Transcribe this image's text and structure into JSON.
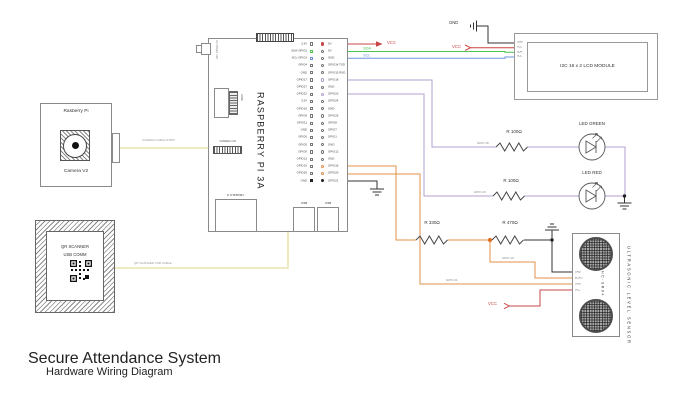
{
  "title": {
    "main": "Secure Attendance System",
    "sub": "Hardware Wiring Diagram"
  },
  "camera": {
    "heading": "Rasberry Pi",
    "caption": "Camera V2",
    "cable_label": "CAMERA CABLE STRIP"
  },
  "qr_scanner": {
    "line1": "QR SCANNER",
    "line2": "USB COMM",
    "cable_label": "QR SCANNER USB CABLE"
  },
  "pi": {
    "name": "RASPBERRY PI 3A",
    "ethernet_label": "ETHERNET",
    "usb1_label": "USB",
    "usb2_label": "USB",
    "csi_label": "CAMERA CSI",
    "hdmi_label": "HDMI",
    "power_label": "DC POWER USB",
    "gpio": {
      "left": [
        "3.3V",
        "SDA-GPIO2",
        "SCL-GPIO3",
        "GPIO4",
        "GND",
        "GPIO17",
        "GPIO27",
        "GPIO22",
        "3.3V",
        "GPIO10",
        "GPIO9",
        "GPIO11",
        "GND",
        "GPIO0",
        "GPIO5",
        "GPIO6",
        "GPIO13",
        "GPIO19",
        "GPIO26",
        "GND"
      ],
      "right": [
        "5V",
        "5V",
        "GND",
        "GPIO14 TXD",
        "GPIO15 RXD",
        "GPIO18",
        "GND",
        "GPIO23",
        "GPIO24",
        "GND",
        "GPIO25",
        "GPIO8",
        "GPIO7",
        "GPIO1",
        "GND",
        "GPIO12",
        "GND",
        "GPIO16",
        "GPIO20",
        "GPIO21"
      ],
      "highlights": [
        {
          "side": "right",
          "row": 1,
          "color": "#c94444",
          "filled": true
        },
        {
          "side": "left",
          "row": 2,
          "color": "#4bc44b",
          "filled": false
        },
        {
          "side": "left",
          "row": 3,
          "color": "#6b93dd",
          "filled": false
        },
        {
          "side": "right",
          "row": 6,
          "color": "#b3a0d0",
          "filled": false
        },
        {
          "side": "right",
          "row": 8,
          "color": "#b3a0d0",
          "filled": false
        },
        {
          "side": "right",
          "row": 18,
          "color": "#e09048",
          "filled": false
        },
        {
          "side": "right",
          "row": 19,
          "color": "#e09048",
          "filled": false
        },
        {
          "side": "right",
          "row": 20,
          "color": "#222222",
          "filled": true
        },
        {
          "side": "left",
          "row": 20,
          "color": "#222222",
          "filled": true
        }
      ]
    }
  },
  "lcd": {
    "label": "I2C 16 x 2 LCD MODULE",
    "pins": [
      "GND",
      "VCC",
      "SDA",
      "SCL"
    ]
  },
  "sensor": {
    "model": "HC-SR04",
    "label": "ULTRASONIC LEVEL SENSOR",
    "pins": [
      "GND",
      "ECHO",
      "TRIG",
      "VCC"
    ]
  },
  "labels": {
    "gnd_top": "GND",
    "vcc_top_left": "VCC",
    "vcc_top_right": "VCC",
    "vcc_bottom": "VCC",
    "sda": "SDA",
    "scl": "SCL",
    "r100_top": "R 100Ω",
    "r100_bottom": "R 100Ω",
    "r330": "R 330Ω",
    "r470": "R 470Ω",
    "led_green": "LED GREEN",
    "led_red": "LED RED",
    "gpio18": "GPIO 18",
    "gpio23": "GPIO 23",
    "gpio16": "GPIO 16",
    "gpio21": "GPIO 21"
  },
  "colors": {
    "wire_red": "#c94444",
    "wire_green": "#4bc44b",
    "wire_blue": "#6b93dd",
    "wire_purple": "#b3a0d0",
    "wire_orange": "#e09048",
    "wire_yellow": "#e9e4ae",
    "wire_black": "#333333",
    "junction_orange": "#dd6a1f"
  }
}
